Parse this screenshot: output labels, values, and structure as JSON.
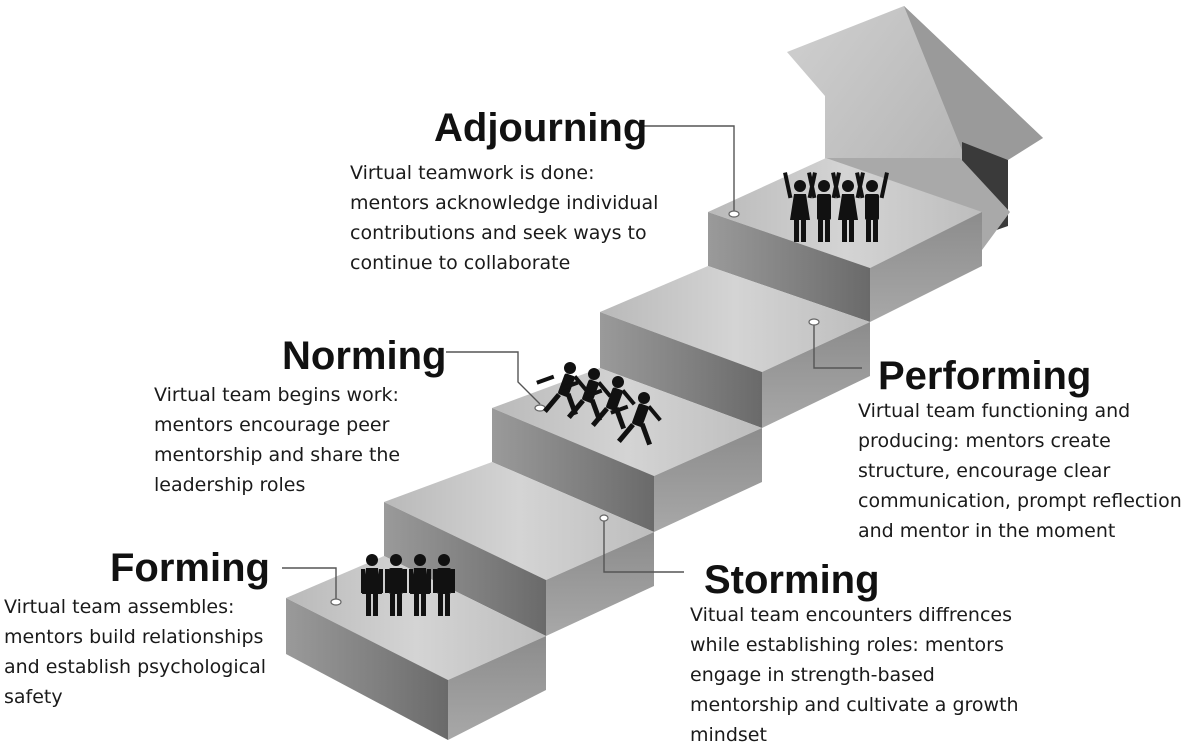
{
  "stages": [
    {
      "id": "forming",
      "title": "Forming",
      "description": "Virtual team assembles:\nmentors build relationships\nand establish psychological\nsafety",
      "figure_icon": "standing-team-icon"
    },
    {
      "id": "storming",
      "title": "Storming",
      "description": "Vitual team encounters diffrences\nwhile establishing roles: mentors\nengage in strength-based\nmentorship and cultivate a growth\nmindset",
      "figure_icon": null
    },
    {
      "id": "norming",
      "title": "Norming",
      "description": "Virtual team begins work:\nmentors encourage peer\nmentorship and  share the\nleadership roles",
      "figure_icon": "running-team-icon"
    },
    {
      "id": "performing",
      "title": "Performing",
      "description": "Virtual team functioning and\nproducing: mentors create\nstructure, encourage clear\ncommunication, prompt reflection\nand mentor in the moment",
      "figure_icon": null
    },
    {
      "id": "adjourning",
      "title": "Adjourning",
      "description": "Virtual teamwork is done:\nmentors acknowledge individual\ncontributions and seek ways to\ncontinue to collaborate",
      "figure_icon": "celebrating-team-icon"
    }
  ],
  "goal_icon": "house-arrow-icon",
  "colors": {
    "step_top": "#c8c8c8",
    "step_front": "#8a8a8a",
    "step_side": "#b5b5b5",
    "figure": "#111111",
    "connector": "#555555"
  }
}
